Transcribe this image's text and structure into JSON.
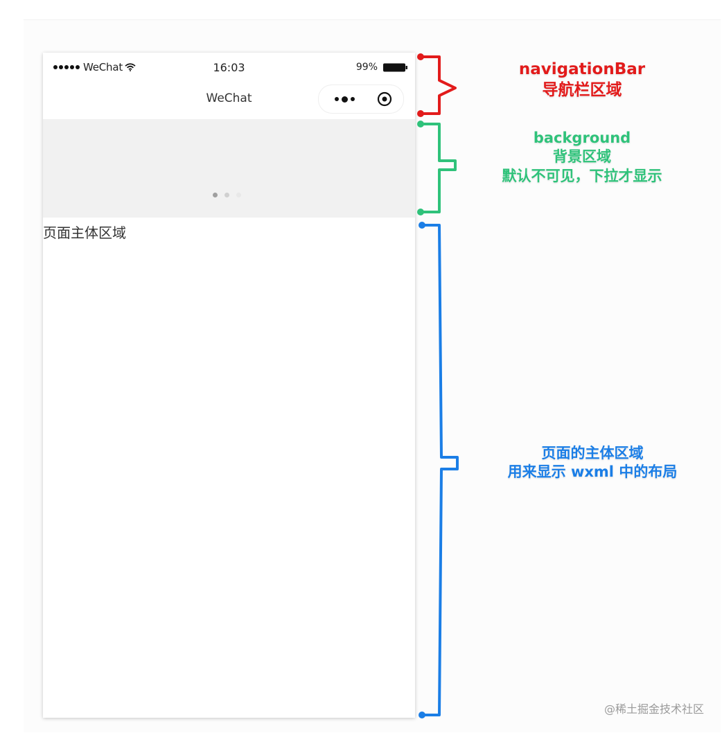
{
  "status_bar": {
    "carrier": "WeChat",
    "time": "16:03",
    "battery": "99%"
  },
  "nav_bar": {
    "title": "WeChat"
  },
  "main": {
    "text": "页面主体区域"
  },
  "annotations": {
    "navigation": {
      "title": "navigationBar",
      "subtitle": "导航栏区域",
      "color": "#e21b1b"
    },
    "background": {
      "title": "background",
      "subtitle": "背景区域",
      "note": "默认不可见，下拉才显示",
      "color": "#2fc27a"
    },
    "page_body": {
      "title": "页面的主体区域",
      "subtitle": "用来显示 wxml 中的布局",
      "color": "#1b7ee6"
    }
  },
  "watermark": "@稀土掘金技术社区",
  "icons": {
    "wifi": "wifi-icon",
    "battery": "battery-icon",
    "more": "more-dots-icon",
    "close": "target-close-icon"
  },
  "colors": {
    "background_area": "#f1f1f1",
    "loading_dot_active": "#a0a0a0",
    "loading_dot_inactive": "#d0d0d0"
  }
}
